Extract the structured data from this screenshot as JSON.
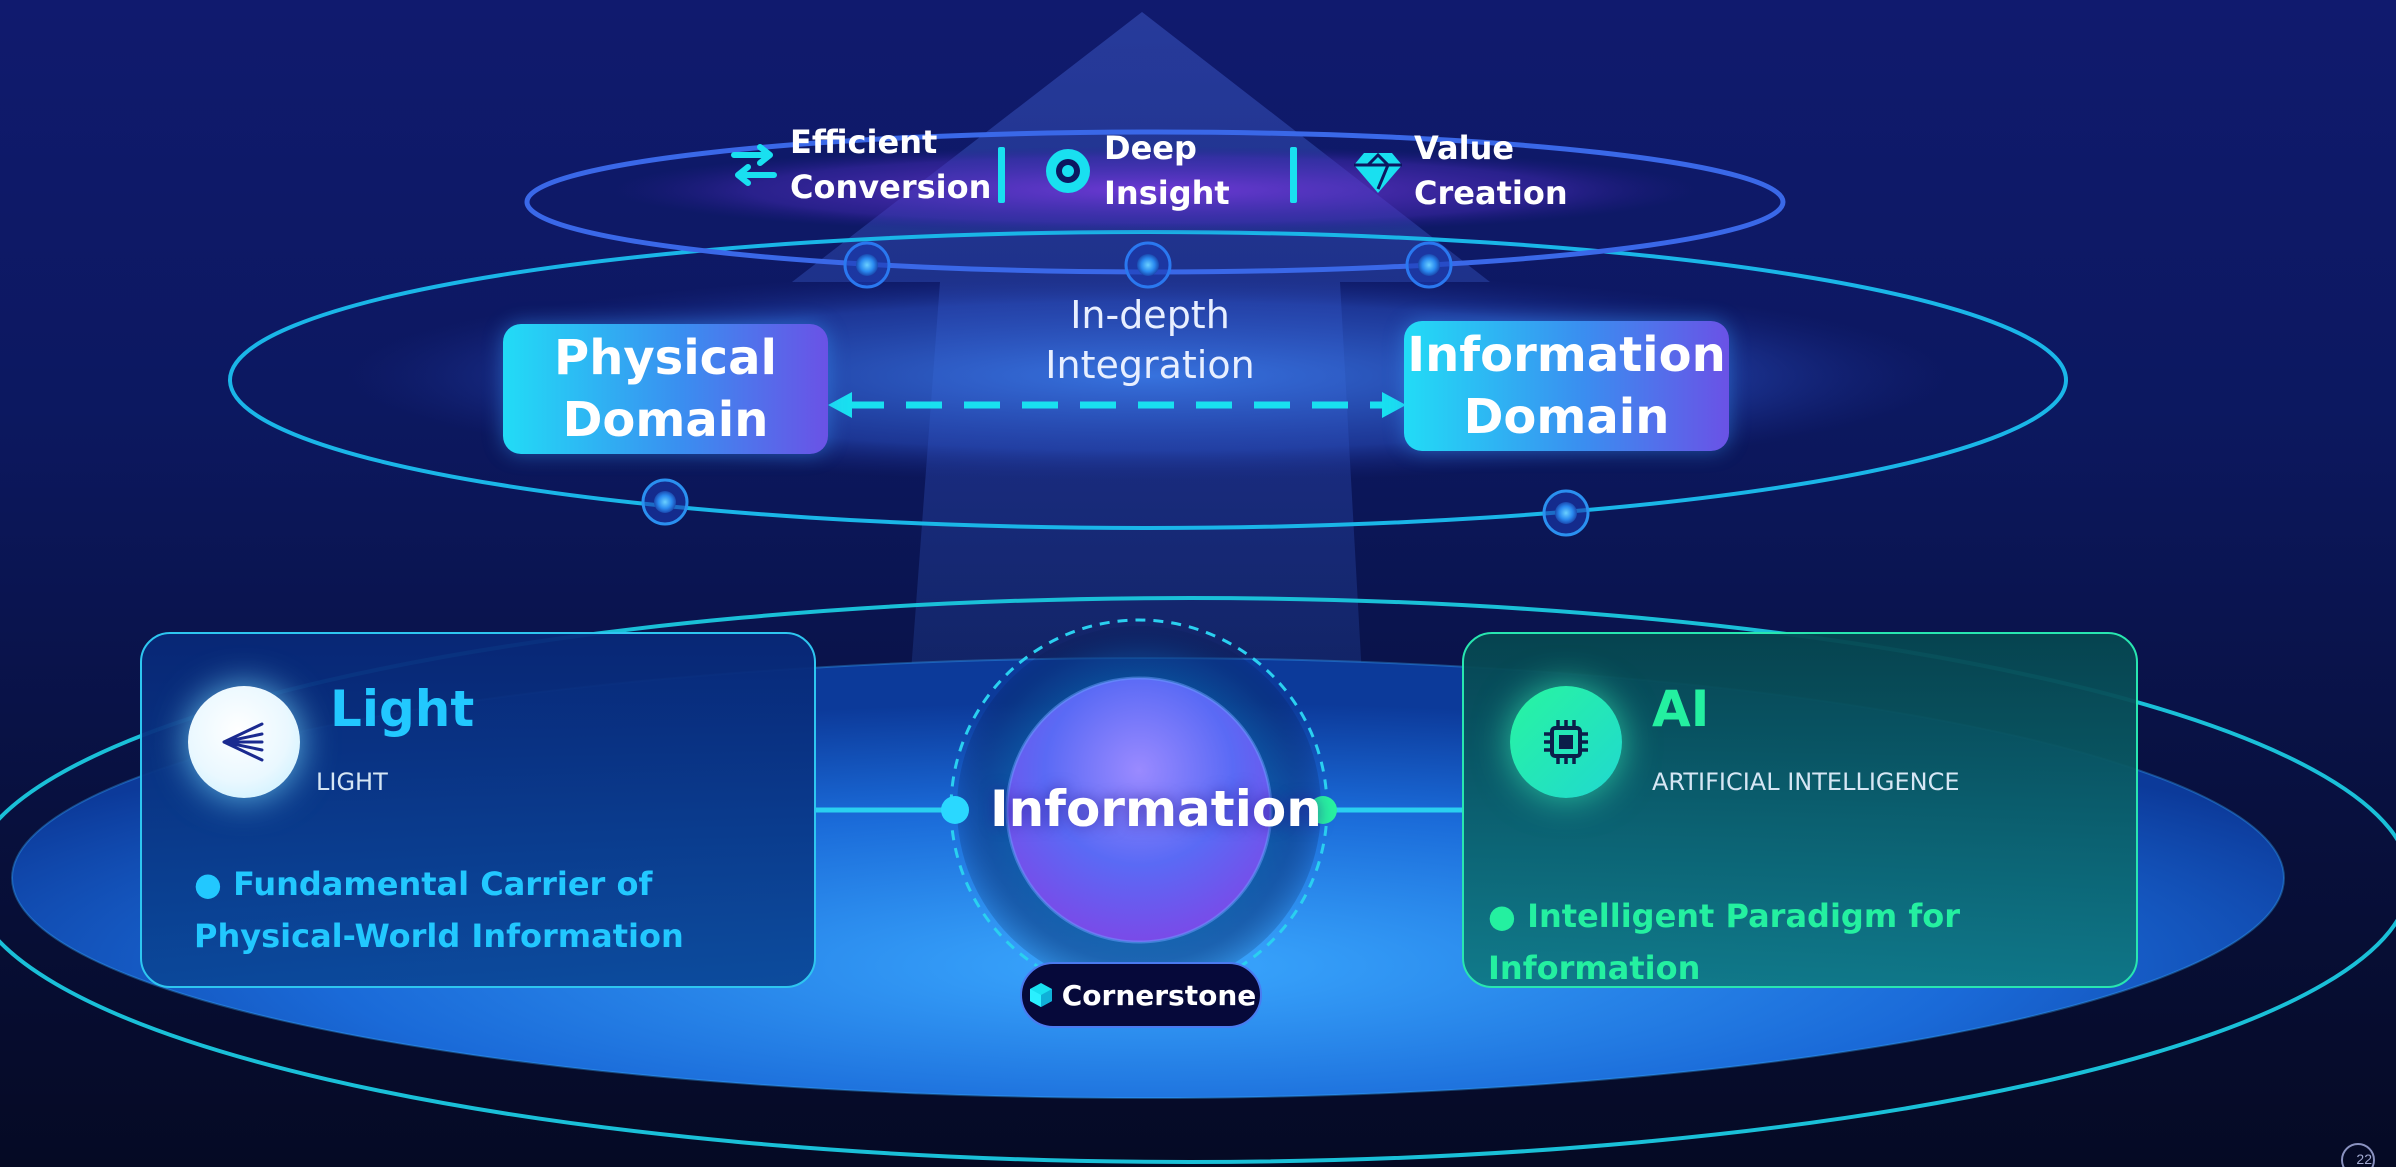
{
  "features": [
    {
      "label": "Efficient\nConversion",
      "icon": "swap-arrows-icon"
    },
    {
      "label": "Deep\nInsight",
      "icon": "eye-icon"
    },
    {
      "label": "Value\nCreation",
      "icon": "diamond-icon"
    }
  ],
  "integration_label": "In-depth\nIntegration",
  "domains": {
    "physical": "Physical\nDomain",
    "information": "Information\nDomain"
  },
  "center": {
    "label": "Information",
    "badge": "Cornerstone",
    "badge_icon": "cube-icon"
  },
  "cards": {
    "light": {
      "title": "Light",
      "subtitle": "LIGHT",
      "bullet": "● Fundamental Carrier of Physical-World Information",
      "icon": "light-rays-icon"
    },
    "ai": {
      "title": "AI",
      "subtitle": "ARTIFICIAL INTELLIGENCE",
      "bullet": "● Intelligent Paradigm for Information",
      "icon": "chip-icon"
    }
  },
  "page_number": "22",
  "colors": {
    "cyan_accent": "#19e0f0",
    "light_blue_text": "#22c8ff",
    "ai_green_text": "#24f0a0",
    "background_navy": "#0c1860"
  }
}
